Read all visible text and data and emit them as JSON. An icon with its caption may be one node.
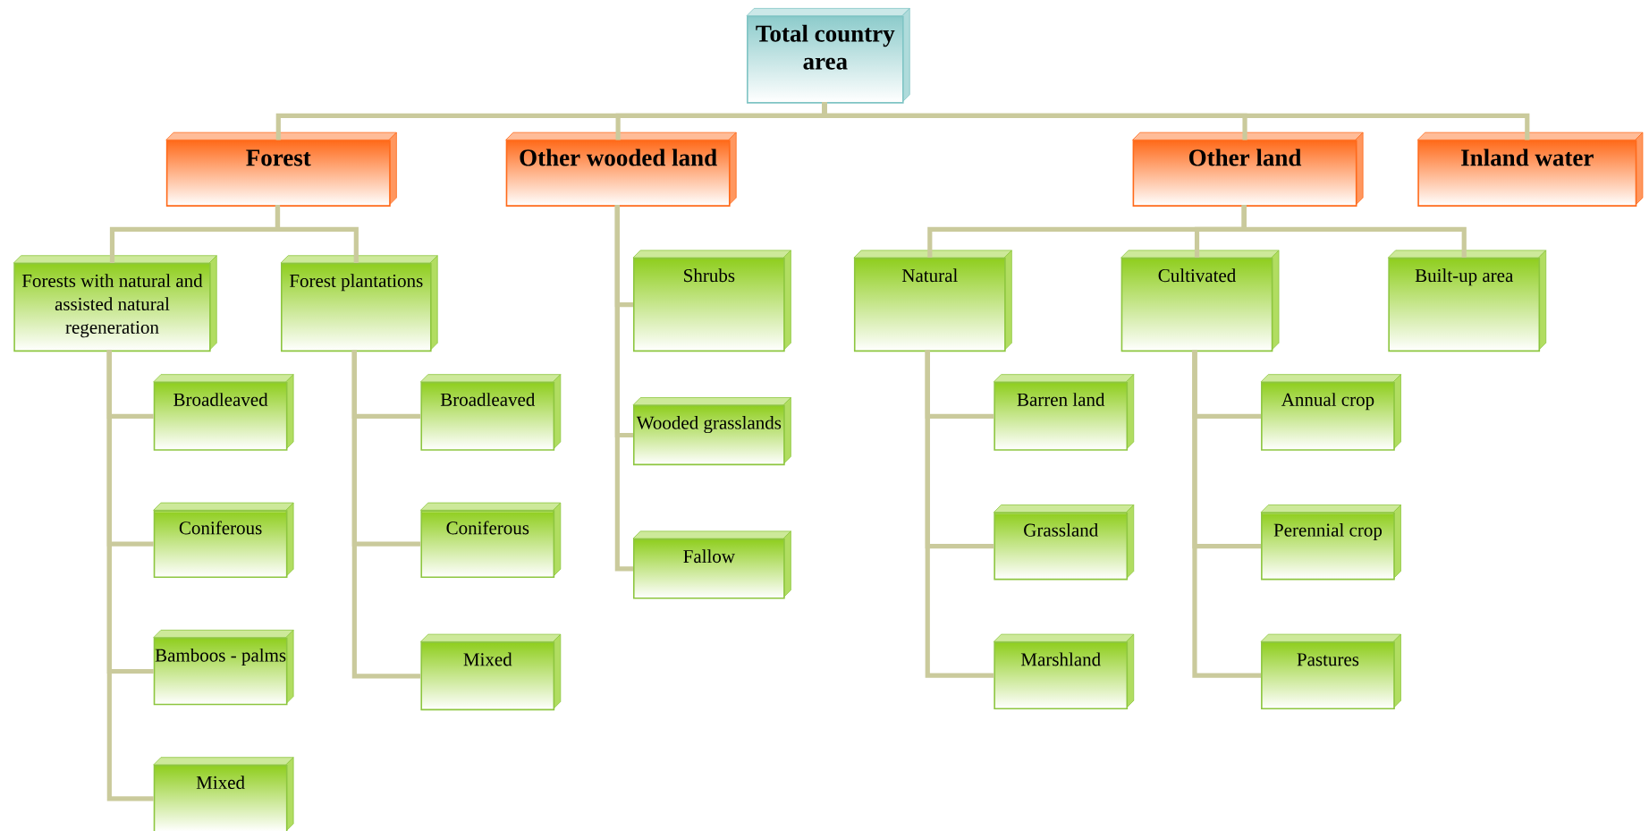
{
  "diagram": {
    "nodes": [
      {
        "text": [
          "Total country area"
        ]
      },
      {
        "text": [
          "Forest"
        ]
      },
      {
        "text": [
          "Other wooded land"
        ]
      },
      {
        "text": [
          "Other land"
        ]
      },
      {
        "text": [
          "Inland water"
        ]
      },
      {
        "text": [
          "Forests with natural and assisted natural regeneration"
        ]
      },
      {
        "text": [
          "Forest plantations"
        ]
      },
      {
        "text": [
          "Broadleaved"
        ]
      },
      {
        "text": [
          "Coniferous"
        ]
      },
      {
        "text": [
          "Bamboos - palms"
        ]
      },
      {
        "text": [
          "Mixed"
        ]
      },
      {
        "text": [
          "Broadleaved"
        ]
      },
      {
        "text": [
          "Coniferous"
        ]
      },
      {
        "text": [
          "Mixed"
        ]
      },
      {
        "text": [
          "Shrubs"
        ]
      },
      {
        "text": [
          "Wooded grasslands"
        ]
      },
      {
        "text": [
          "Fallow"
        ]
      },
      {
        "text": [
          "Natural"
        ]
      },
      {
        "text": [
          "Cultivated"
        ]
      },
      {
        "text": [
          "Built-up area"
        ]
      },
      {
        "text": [
          "Barren land"
        ]
      },
      {
        "text": [
          "Grassland"
        ]
      },
      {
        "text": [
          "Marshland"
        ]
      },
      {
        "text": [
          "Annual crop"
        ]
      },
      {
        "text": [
          "Perennial crop"
        ]
      },
      {
        "text": [
          "Pastures"
        ]
      }
    ],
    "edges": [
      {
        "from": 0,
        "to": 1,
        "arrow": "none"
      },
      {
        "from": 0,
        "to": 2,
        "arrow": "none"
      },
      {
        "from": 0,
        "to": 3,
        "arrow": "none"
      },
      {
        "from": 0,
        "to": 4,
        "arrow": "none"
      },
      {
        "from": 1,
        "to": 5,
        "arrow": "none"
      },
      {
        "from": 1,
        "to": 6,
        "arrow": "none"
      },
      {
        "from": 5,
        "to": 7,
        "arrow": "none"
      },
      {
        "from": 5,
        "to": 8,
        "arrow": "none"
      },
      {
        "from": 5,
        "to": 9,
        "arrow": "none"
      },
      {
        "from": 5,
        "to": 10,
        "arrow": "none"
      },
      {
        "from": 6,
        "to": 11,
        "arrow": "none"
      },
      {
        "from": 6,
        "to": 12,
        "arrow": "none"
      },
      {
        "from": 6,
        "to": 13,
        "arrow": "none"
      },
      {
        "from": 2,
        "to": 14,
        "arrow": "none"
      },
      {
        "from": 2,
        "to": 15,
        "arrow": "none"
      },
      {
        "from": 2,
        "to": 16,
        "arrow": "none"
      },
      {
        "from": 3,
        "to": 17,
        "arrow": "none"
      },
      {
        "from": 3,
        "to": 18,
        "arrow": "none"
      },
      {
        "from": 3,
        "to": 19,
        "arrow": "none"
      },
      {
        "from": 17,
        "to": 20,
        "arrow": "none"
      },
      {
        "from": 17,
        "to": 21,
        "arrow": "none"
      },
      {
        "from": 17,
        "to": 22,
        "arrow": "none"
      },
      {
        "from": 18,
        "to": 23,
        "arrow": "none"
      },
      {
        "from": 18,
        "to": 24,
        "arrow": "none"
      },
      {
        "from": 18,
        "to": 25,
        "arrow": "none"
      }
    ]
  }
}
